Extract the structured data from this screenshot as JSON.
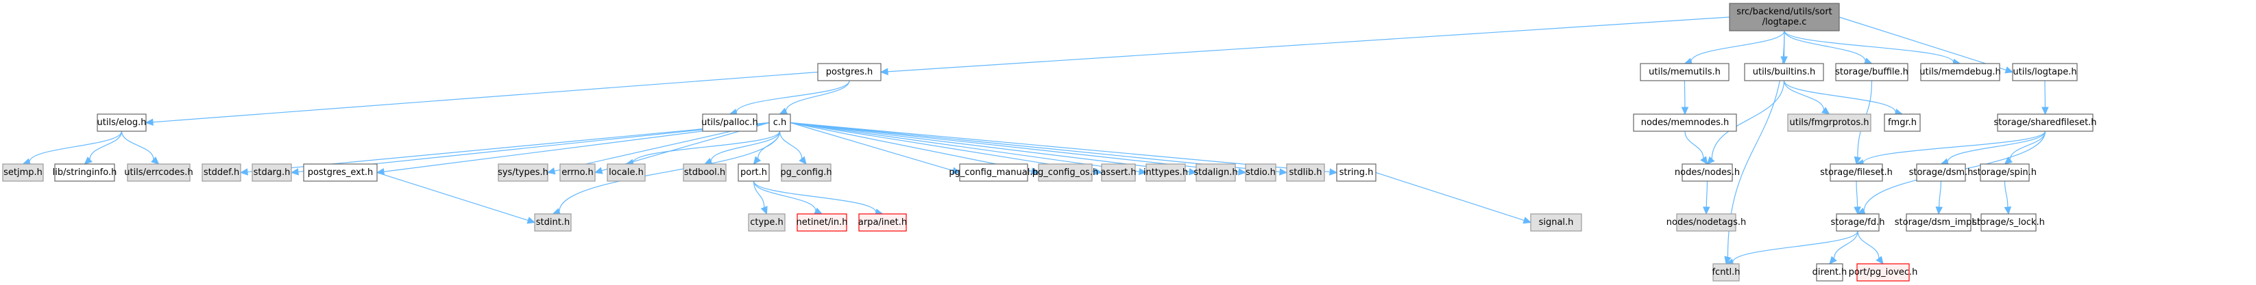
{
  "title": "src/backend/utils/sort/logtape.c include dependency graph",
  "legend_styles": {
    "root": {
      "fill": "#999999",
      "stroke": "#666666"
    },
    "documented": {
      "fill": "#ffffff",
      "stroke": "#666666"
    },
    "system": {
      "fill": "#e0e0e0",
      "stroke": "#999999"
    },
    "missing": {
      "fill": "#fff0f0",
      "stroke": "#ff0000"
    },
    "edge_color": "#63b8ff"
  },
  "nodes": [
    {
      "id": "root",
      "label": [
        "src/backend/utils/sort",
        "/logtape.c"
      ],
      "kind": "root"
    },
    {
      "id": "postgres_h",
      "label": [
        "postgres.h"
      ],
      "kind": "documented"
    },
    {
      "id": "memutils_h",
      "label": [
        "utils/memutils.h"
      ],
      "kind": "documented"
    },
    {
      "id": "builtins_h",
      "label": [
        "utils/builtins.h"
      ],
      "kind": "documented"
    },
    {
      "id": "buffile_h",
      "label": [
        "storage/buffile.h"
      ],
      "kind": "documented"
    },
    {
      "id": "memdebug_h",
      "label": [
        "utils/memdebug.h"
      ],
      "kind": "documented"
    },
    {
      "id": "logtape_h",
      "label": [
        "utils/logtape.h"
      ],
      "kind": "documented"
    },
    {
      "id": "elog_h",
      "label": [
        "utils/elog.h"
      ],
      "kind": "documented"
    },
    {
      "id": "palloc_h",
      "label": [
        "utils/palloc.h"
      ],
      "kind": "documented"
    },
    {
      "id": "c_h",
      "label": [
        "c.h"
      ],
      "kind": "documented"
    },
    {
      "id": "memnodes_h",
      "label": [
        "nodes/memnodes.h"
      ],
      "kind": "documented"
    },
    {
      "id": "fmgrprotos_h",
      "label": [
        "utils/fmgrprotos.h"
      ],
      "kind": "system"
    },
    {
      "id": "fmgr_h",
      "label": [
        "fmgr.h"
      ],
      "kind": "documented"
    },
    {
      "id": "sharedfileset_h",
      "label": [
        "storage/sharedfileset.h"
      ],
      "kind": "documented"
    },
    {
      "id": "setjmp_h",
      "label": [
        "setjmp.h"
      ],
      "kind": "system"
    },
    {
      "id": "stringinfo_h",
      "label": [
        "lib/stringinfo.h"
      ],
      "kind": "documented"
    },
    {
      "id": "errcodes_h",
      "label": [
        "utils/errcodes.h"
      ],
      "kind": "system"
    },
    {
      "id": "stddef_h",
      "label": [
        "stddef.h"
      ],
      "kind": "system"
    },
    {
      "id": "stdarg_h",
      "label": [
        "stdarg.h"
      ],
      "kind": "system"
    },
    {
      "id": "postgres_ext_h",
      "label": [
        "postgres_ext.h"
      ],
      "kind": "documented"
    },
    {
      "id": "systypes_h",
      "label": [
        "sys/types.h"
      ],
      "kind": "system"
    },
    {
      "id": "errno_h",
      "label": [
        "errno.h"
      ],
      "kind": "system"
    },
    {
      "id": "locale_h",
      "label": [
        "locale.h"
      ],
      "kind": "system"
    },
    {
      "id": "stdbool_h",
      "label": [
        "stdbool.h"
      ],
      "kind": "system"
    },
    {
      "id": "port_h",
      "label": [
        "port.h"
      ],
      "kind": "documented"
    },
    {
      "id": "pg_config_h",
      "label": [
        "pg_config.h"
      ],
      "kind": "system"
    },
    {
      "id": "pg_config_manual_h",
      "label": [
        "pg_config_manual.h"
      ],
      "kind": "documented"
    },
    {
      "id": "pg_config_os_h",
      "label": [
        "pg_config_os.h"
      ],
      "kind": "system"
    },
    {
      "id": "assert_h",
      "label": [
        "assert.h"
      ],
      "kind": "system"
    },
    {
      "id": "inttypes_h",
      "label": [
        "inttypes.h"
      ],
      "kind": "system"
    },
    {
      "id": "stdalign_h",
      "label": [
        "stdalign.h"
      ],
      "kind": "system"
    },
    {
      "id": "stdio_h",
      "label": [
        "stdio.h"
      ],
      "kind": "system"
    },
    {
      "id": "stdlib_h",
      "label": [
        "stdlib.h"
      ],
      "kind": "system"
    },
    {
      "id": "string_h",
      "label": [
        "string.h"
      ],
      "kind": "documented"
    },
    {
      "id": "nodes_h",
      "label": [
        "nodes/nodes.h"
      ],
      "kind": "documented"
    },
    {
      "id": "fileset_h",
      "label": [
        "storage/fileset.h"
      ],
      "kind": "documented"
    },
    {
      "id": "dsm_h",
      "label": [
        "storage/dsm.h"
      ],
      "kind": "documented"
    },
    {
      "id": "spin_h",
      "label": [
        "storage/spin.h"
      ],
      "kind": "documented"
    },
    {
      "id": "stdint_h",
      "label": [
        "stdint.h"
      ],
      "kind": "system"
    },
    {
      "id": "ctype_h",
      "label": [
        "ctype.h"
      ],
      "kind": "system"
    },
    {
      "id": "netinet_in_h",
      "label": [
        "netinet/in.h"
      ],
      "kind": "missing"
    },
    {
      "id": "arpa_inet_h",
      "label": [
        "arpa/inet.h"
      ],
      "kind": "missing"
    },
    {
      "id": "signal_h",
      "label": [
        "signal.h"
      ],
      "kind": "system"
    },
    {
      "id": "nodetags_h",
      "label": [
        "nodes/nodetags.h"
      ],
      "kind": "system"
    },
    {
      "id": "fd_h",
      "label": [
        "storage/fd.h"
      ],
      "kind": "documented"
    },
    {
      "id": "dsm_impl_h",
      "label": [
        "storage/dsm_impl.h"
      ],
      "kind": "documented"
    },
    {
      "id": "s_lock_h",
      "label": [
        "storage/s_lock.h"
      ],
      "kind": "documented"
    },
    {
      "id": "fcntl_h",
      "label": [
        "fcntl.h"
      ],
      "kind": "system"
    },
    {
      "id": "dirent_h",
      "label": [
        "dirent.h"
      ],
      "kind": "documented"
    },
    {
      "id": "pg_iovec_h",
      "label": [
        "port/pg_iovec.h"
      ],
      "kind": "missing"
    }
  ],
  "edges": [
    [
      "root",
      "postgres_h"
    ],
    [
      "root",
      "memutils_h"
    ],
    [
      "root",
      "builtins_h"
    ],
    [
      "root",
      "buffile_h"
    ],
    [
      "root",
      "memdebug_h"
    ],
    [
      "root",
      "logtape_h"
    ],
    [
      "root",
      "fcntl_h"
    ],
    [
      "postgres_h",
      "elog_h"
    ],
    [
      "postgres_h",
      "palloc_h"
    ],
    [
      "postgres_h",
      "c_h"
    ],
    [
      "elog_h",
      "setjmp_h"
    ],
    [
      "elog_h",
      "stringinfo_h"
    ],
    [
      "elog_h",
      "errcodes_h"
    ],
    [
      "c_h",
      "stddef_h"
    ],
    [
      "c_h",
      "stdarg_h"
    ],
    [
      "c_h",
      "postgres_ext_h"
    ],
    [
      "c_h",
      "systypes_h"
    ],
    [
      "c_h",
      "errno_h"
    ],
    [
      "c_h",
      "locale_h"
    ],
    [
      "c_h",
      "stdint_h"
    ],
    [
      "c_h",
      "stdbool_h"
    ],
    [
      "c_h",
      "port_h"
    ],
    [
      "c_h",
      "pg_config_h"
    ],
    [
      "c_h",
      "pg_config_manual_h"
    ],
    [
      "c_h",
      "pg_config_os_h"
    ],
    [
      "c_h",
      "assert_h"
    ],
    [
      "c_h",
      "inttypes_h"
    ],
    [
      "c_h",
      "stdalign_h"
    ],
    [
      "c_h",
      "stdio_h"
    ],
    [
      "c_h",
      "stdlib_h"
    ],
    [
      "c_h",
      "string_h"
    ],
    [
      "postgres_ext_h",
      "stdint_h"
    ],
    [
      "port_h",
      "ctype_h"
    ],
    [
      "port_h",
      "netinet_in_h"
    ],
    [
      "port_h",
      "arpa_inet_h"
    ],
    [
      "string_h",
      "signal_h"
    ],
    [
      "memutils_h",
      "memnodes_h"
    ],
    [
      "memnodes_h",
      "nodes_h"
    ],
    [
      "builtins_h",
      "nodes_h"
    ],
    [
      "builtins_h",
      "fmgrprotos_h"
    ],
    [
      "builtins_h",
      "fmgr_h"
    ],
    [
      "nodes_h",
      "nodetags_h"
    ],
    [
      "buffile_h",
      "fileset_h"
    ],
    [
      "logtape_h",
      "sharedfileset_h"
    ],
    [
      "sharedfileset_h",
      "fileset_h"
    ],
    [
      "sharedfileset_h",
      "fd_h"
    ],
    [
      "sharedfileset_h",
      "dsm_h"
    ],
    [
      "sharedfileset_h",
      "spin_h"
    ],
    [
      "fileset_h",
      "fd_h"
    ],
    [
      "fd_h",
      "fcntl_h"
    ],
    [
      "fd_h",
      "dirent_h"
    ],
    [
      "fd_h",
      "pg_iovec_h"
    ],
    [
      "dsm_h",
      "dsm_impl_h"
    ],
    [
      "spin_h",
      "s_lock_h"
    ]
  ]
}
